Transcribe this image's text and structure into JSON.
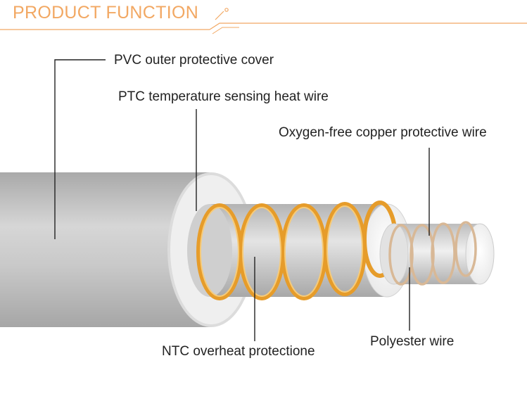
{
  "header": {
    "title": "PRODUCT FUNCTION",
    "accent_color": "#f2a863"
  },
  "labels": {
    "pvc_cover": "PVC outer protective cover",
    "ptc_wire": "PTC temperature sensing heat wire",
    "copper_wire": "Oxygen-free copper protective wire",
    "ntc_protection": "NTC overheat protectione",
    "polyester_wire": "Polyester wire"
  },
  "colors": {
    "cable_body": "#c4c4c4",
    "heat_wire": "#e69c2a",
    "polyester_wire": "#d8b896",
    "leader_line": "#222222"
  }
}
